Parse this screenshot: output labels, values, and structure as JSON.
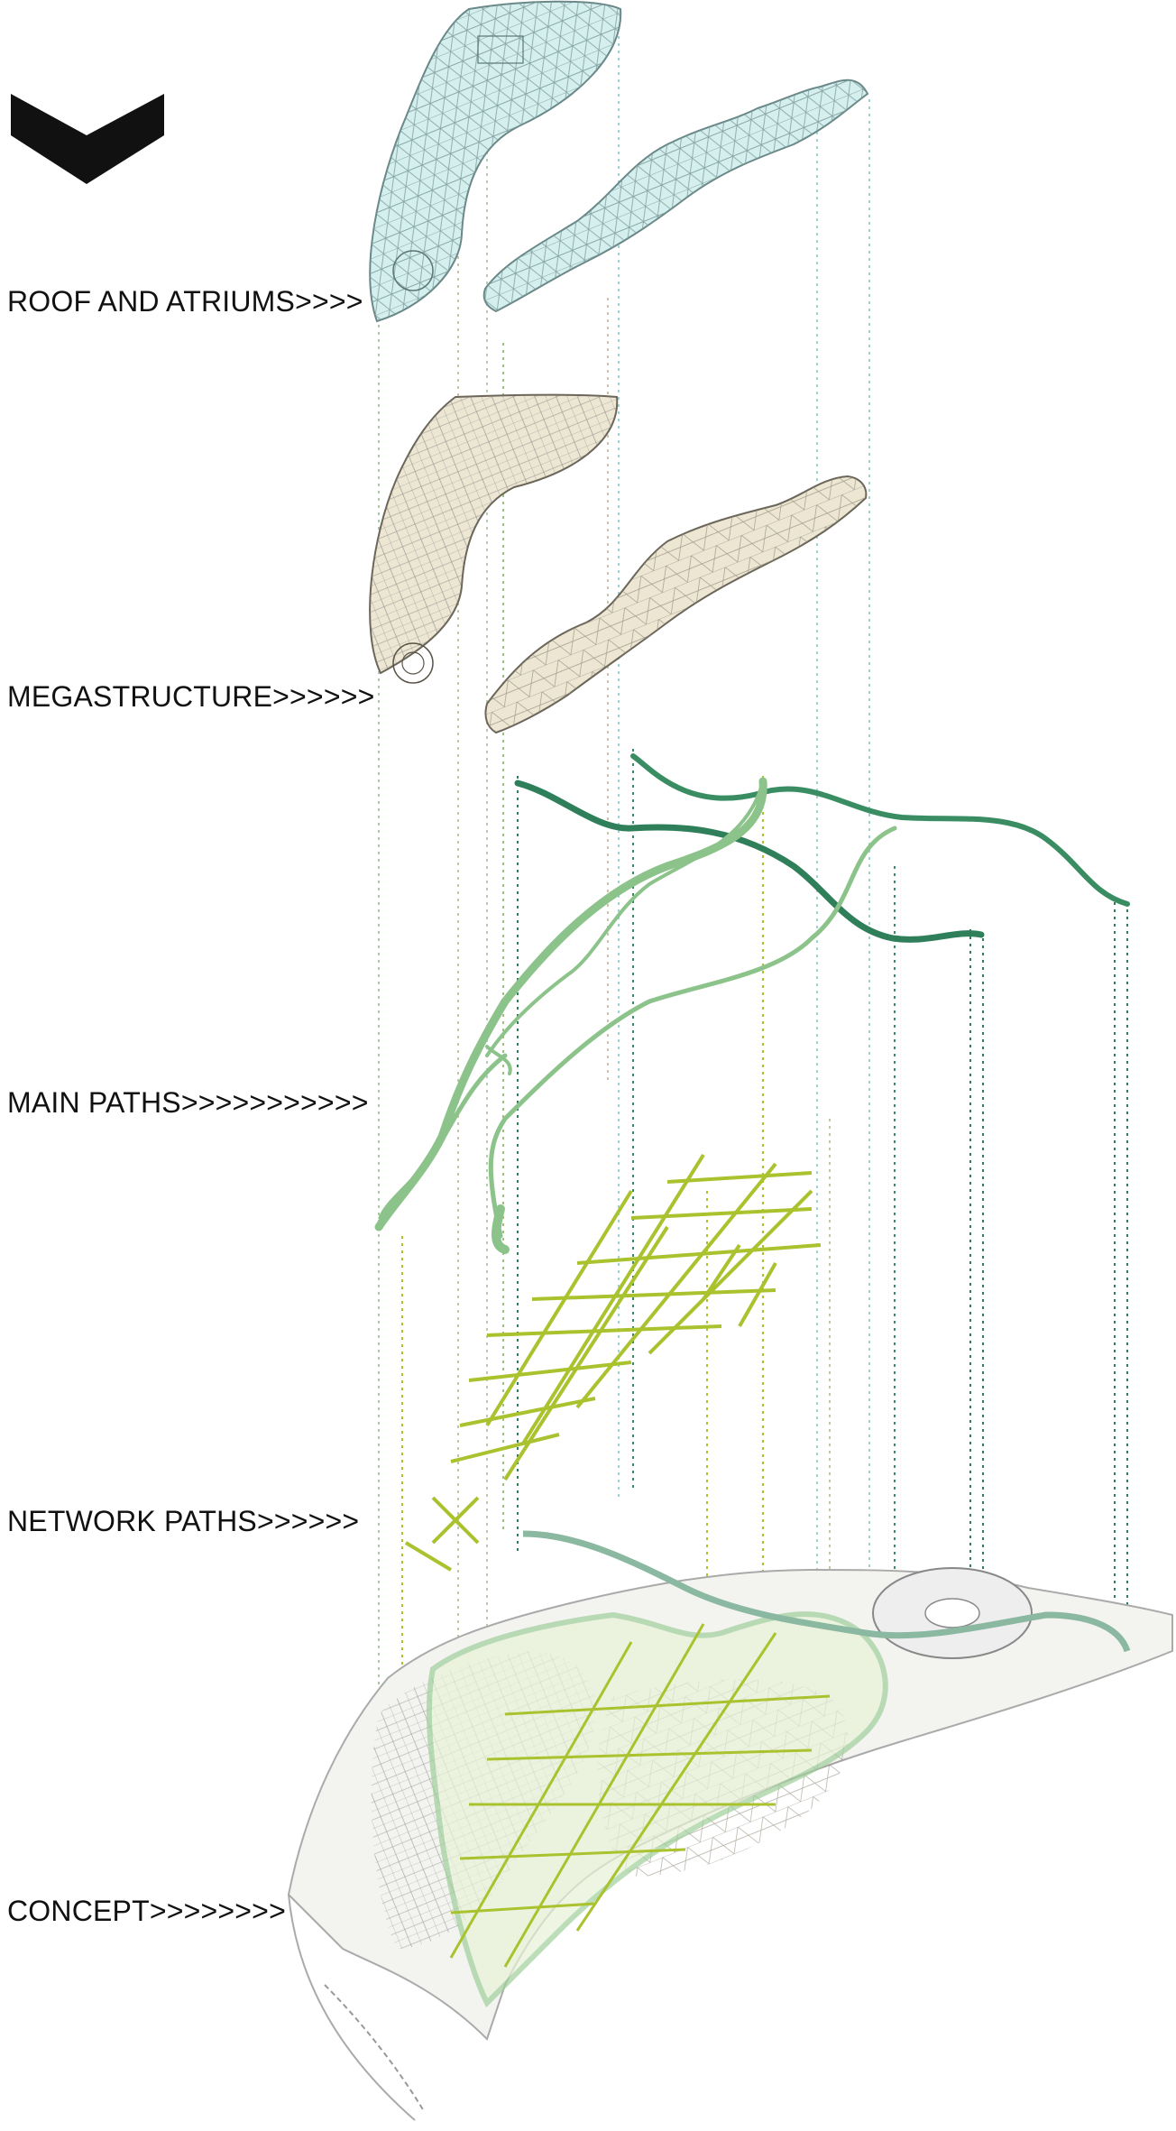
{
  "header": {
    "title": "LAYERS"
  },
  "layers": [
    {
      "id": "roof",
      "label": "ROOF AND ATRIUMS>>>>",
      "color": "#d5eeee"
    },
    {
      "id": "mega",
      "label": "MEGASTRUCTURE>>>>>>",
      "color": "#ece6d3"
    },
    {
      "id": "main",
      "label": "MAIN PATHS>>>>>>>>>>>",
      "color": "#3a8d62"
    },
    {
      "id": "network",
      "label": "NETWORK PATHS>>>>>>",
      "color": "#a9c22e"
    },
    {
      "id": "concept",
      "label": "CONCEPT>>>>>>>>",
      "color": "#9a9a9a"
    }
  ]
}
